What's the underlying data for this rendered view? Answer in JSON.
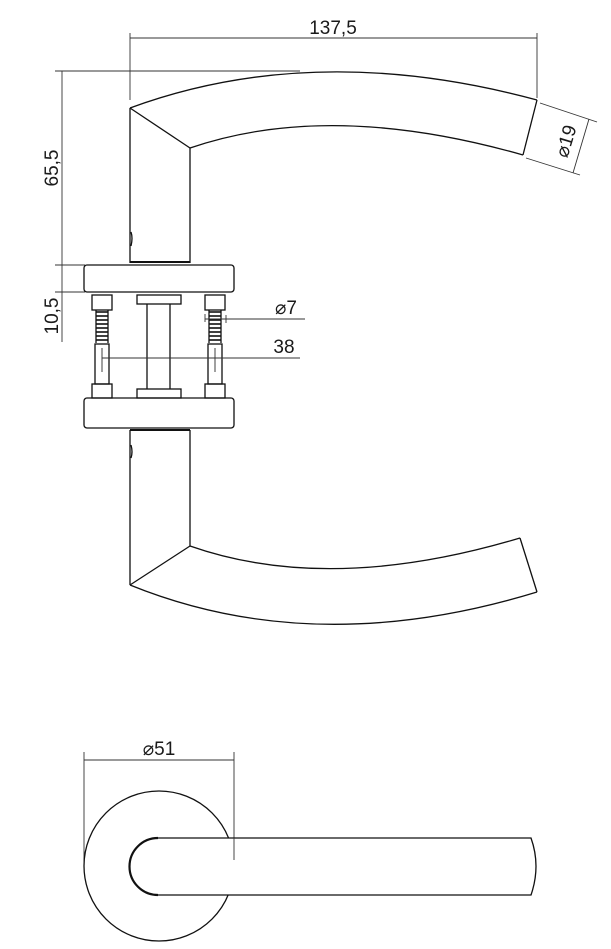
{
  "drawing": {
    "subject": "Door lever handle on round rose, technical drawing",
    "line_color": "#111111",
    "background": "#ffffff"
  },
  "dimensions": {
    "overall_length": "137,5",
    "lever_height": "65,5",
    "rose_thickness": "10,5",
    "lever_diameter": "⌀19",
    "screw_diameter": "⌀7",
    "door_thickness": "38",
    "rose_diameter": "⌀51"
  },
  "views": [
    {
      "name": "side-view",
      "parts": [
        "upper lever",
        "upper rose",
        "fixing screws",
        "spindle",
        "lower rose",
        "lower lever"
      ]
    },
    {
      "name": "top-view",
      "parts": [
        "rose",
        "lever"
      ]
    }
  ]
}
